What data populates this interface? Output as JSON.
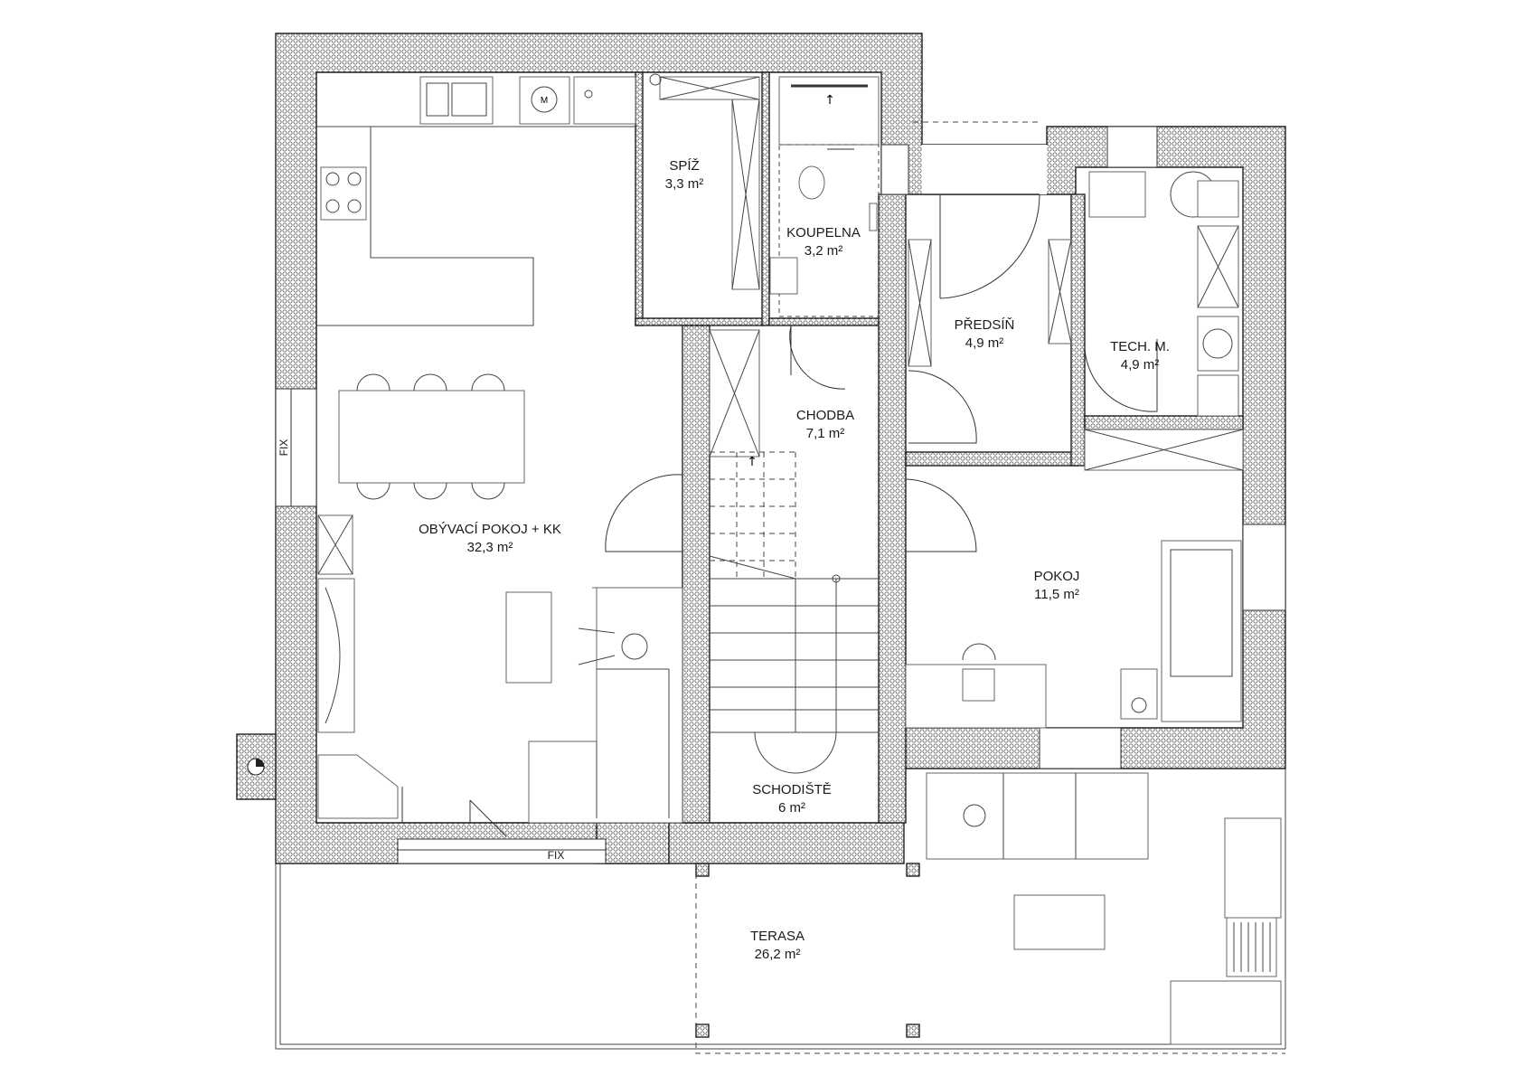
{
  "plan": {
    "rooms": {
      "living": {
        "name": "OBÝVACÍ POKOJ + KK",
        "area": "32,3 m²"
      },
      "pantry": {
        "name": "SPÍŽ",
        "area": "3,3 m²"
      },
      "bathroom": {
        "name": "KOUPELNA",
        "area": "3,2 m²"
      },
      "hallway": {
        "name": "PŘEDSÍŇ",
        "area": "4,9 m²"
      },
      "technical": {
        "name": "TECH. M.",
        "area": "4,9 m²"
      },
      "corridor": {
        "name": "CHODBA",
        "area": "7,1 m²"
      },
      "bedroom": {
        "name": "POKOJ",
        "area": "11,5 m²"
      },
      "staircase": {
        "name": "SCHODIŠTĚ",
        "area": "6 m²"
      },
      "terrace": {
        "name": "TERASA",
        "area": "26,2 m²"
      }
    },
    "fix_labels": {
      "west_window": "FIX",
      "south_window": "FIX"
    }
  }
}
